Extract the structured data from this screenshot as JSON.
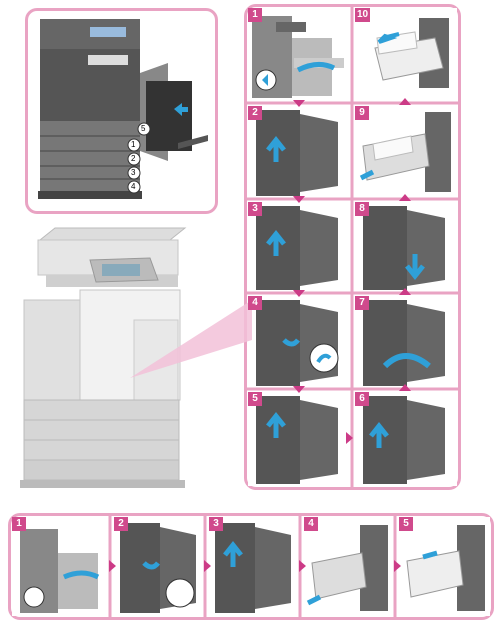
{
  "overview_labels": [
    "5",
    "1",
    "2",
    "3",
    "4"
  ],
  "grid_steps": [
    "1",
    "10",
    "2",
    "9",
    "3",
    "8",
    "4",
    "7",
    "5",
    "6"
  ],
  "strip_steps": [
    "1",
    "2",
    "3",
    "4",
    "5"
  ],
  "colors": {
    "accent": "#d04a8c",
    "border": "#e9a3c3",
    "arrow_blue": "#2fa0d8",
    "callout": "#f2c1d8"
  },
  "icons": [
    "copier-illustration",
    "paper-tray-illustration",
    "side-door-illustration",
    "blue-direction-arrow",
    "pink-step-arrow"
  ]
}
